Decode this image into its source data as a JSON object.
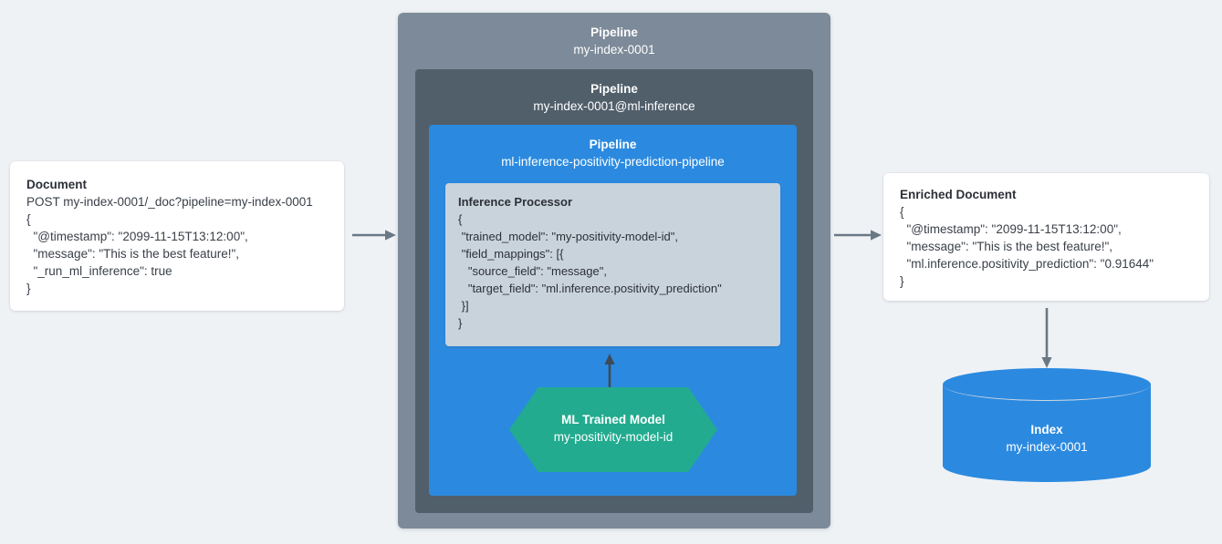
{
  "background_color": "#eff2f5",
  "palette": {
    "outer_pipeline": "#7d8a99",
    "middle_pipeline": "#515f6b",
    "inner_pipeline": "#2b8ae0",
    "processor_box": "#c9d3dc",
    "ml_model_green": "#22ab8f",
    "index_blue": "#2b8ae0",
    "arrow_gray": "#6a7785",
    "card_white": "#ffffff",
    "text_dark": "#343741"
  },
  "document": {
    "title": "Document",
    "lines": [
      "POST my-index-0001/_doc?pipeline=my-index-0001",
      "{",
      "  \"@timestamp\": \"2099-11-15T13:12:00\",",
      "  \"message\": \"This is the best feature!\",",
      "  \"_run_ml_inference\": true",
      "}"
    ]
  },
  "pipeline_outer": {
    "title": "Pipeline",
    "name": "my-index-0001"
  },
  "pipeline_middle": {
    "title": "Pipeline",
    "name": "my-index-0001@ml-inference"
  },
  "pipeline_inner": {
    "title": "Pipeline",
    "name": "ml-inference-positivity-prediction-pipeline"
  },
  "inference_processor": {
    "title": "Inference Processor",
    "lines": [
      "{",
      " \"trained_model\": \"my-positivity-model-id\",",
      " \"field_mappings\": [{",
      "   \"source_field\": \"message\",",
      "   \"target_field\": \"ml.inference.positivity_prediction\"",
      " }]",
      "}"
    ]
  },
  "ml_model": {
    "title": "ML Trained Model",
    "name": "my-positivity-model-id"
  },
  "enriched_document": {
    "title": "Enriched Document",
    "lines": [
      "{",
      "  \"@timestamp\": \"2099-11-15T13:12:00\",",
      "  \"message\": \"This is the best feature!\",",
      "  \"ml.inference.positivity_prediction\": \"0.91644\"",
      "}"
    ]
  },
  "index": {
    "title": "Index",
    "name": "my-index-0001"
  },
  "arrows": [
    {
      "id": "document-to-pipeline",
      "direction": "right"
    },
    {
      "id": "pipeline-to-enriched-document",
      "direction": "right"
    },
    {
      "id": "ml-model-to-inference-processor",
      "direction": "up"
    },
    {
      "id": "enriched-document-to-index",
      "direction": "down"
    }
  ]
}
